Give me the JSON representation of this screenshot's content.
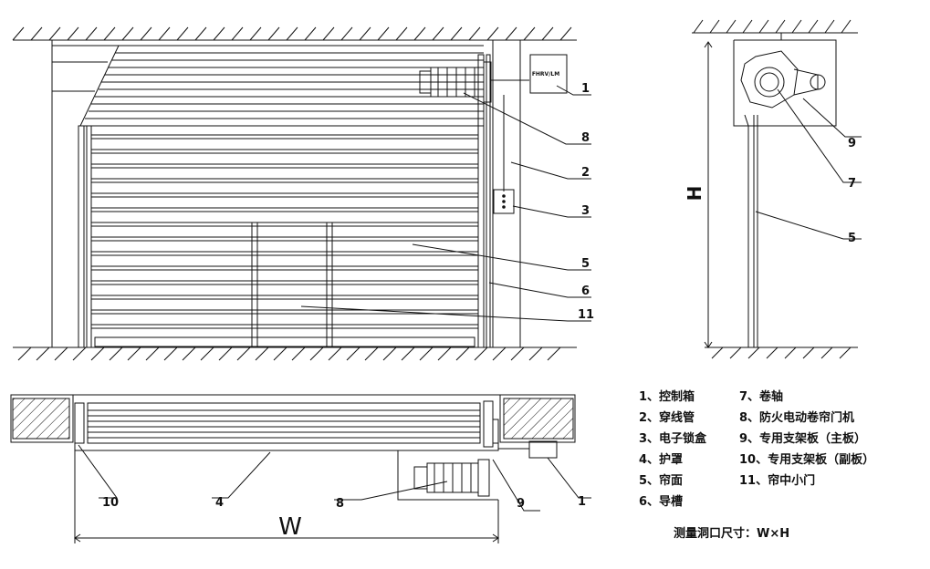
{
  "drawing": {
    "dimension_width": "W",
    "dimension_height": "H",
    "callouts": {
      "front": [
        "1",
        "8",
        "2",
        "3",
        "5",
        "6",
        "11"
      ],
      "side": [
        "9",
        "7",
        "5"
      ],
      "plan": [
        "10",
        "4",
        "8",
        "9",
        "1"
      ]
    },
    "control_box_label": "FHRV/LM"
  },
  "legend": {
    "left": [
      "1、控制箱",
      "2、穿线管",
      "3、电子锁盒",
      "4、护罩",
      "5、帘面",
      "6、导槽"
    ],
    "right": [
      "7、卷轴",
      "8、防火电动卷帘门机",
      "9、专用支架板（主板）",
      "10、专用支架板（副板）",
      "11、帘中小门"
    ]
  },
  "measurement_note": "测量洞口尺寸：W×H",
  "colors": {
    "line": "#111111",
    "background": "#ffffff"
  }
}
